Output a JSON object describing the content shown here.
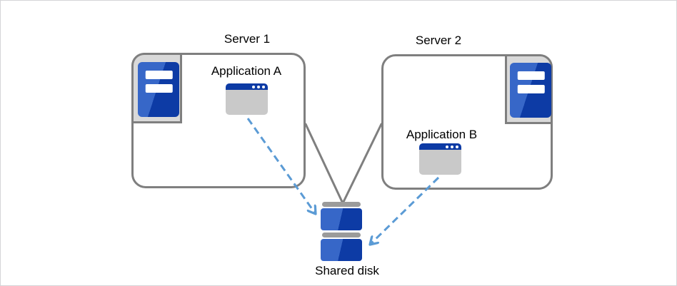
{
  "diagram": {
    "type": "architecture-diagram",
    "servers": [
      {
        "label": "Server 1",
        "icon": "server-icon"
      },
      {
        "label": "Server 2",
        "icon": "server-icon"
      }
    ],
    "applications": [
      {
        "label": "Application A",
        "icon": "app-window-icon",
        "host": "Server 1"
      },
      {
        "label": "Application B",
        "icon": "app-window-icon",
        "host": "Server 2"
      }
    ],
    "storage": {
      "label": "Shared disk",
      "icon": "shared-disk-icon"
    },
    "connections": [
      {
        "from": "Server 1",
        "to": "Shared disk",
        "style": "solid-gray-line"
      },
      {
        "from": "Server 2",
        "to": "Shared disk",
        "style": "solid-gray-line"
      },
      {
        "from": "Application A",
        "to": "Shared disk",
        "style": "dashed-blue-arrow"
      },
      {
        "from": "Application B",
        "to": "Shared disk",
        "style": "dashed-blue-arrow"
      }
    ]
  },
  "colors": {
    "navy": "#0d3ba5",
    "royal_blue": "#3767c8",
    "arrow_blue": "#5b9bd5",
    "line_gray": "#7f7f7f",
    "panel_gray": "#d9d9d9",
    "window_body_gray": "#c9c9c9",
    "disk_bar_gray": "#9b9b9b",
    "frame_gray": "#d5d5d8"
  }
}
